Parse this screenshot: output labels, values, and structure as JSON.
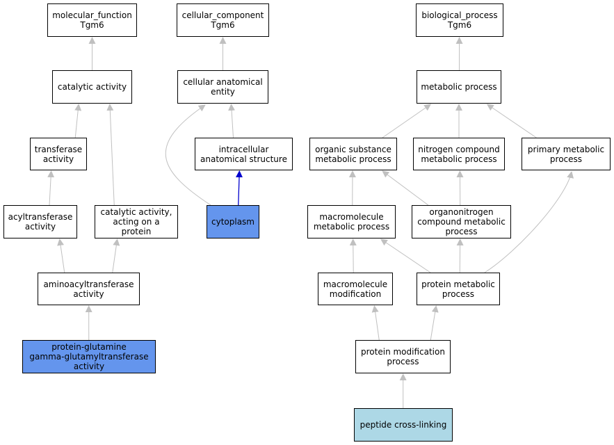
{
  "colors": {
    "node_fill": "#ffffff",
    "primary_fill": "#6495ed",
    "focus_fill": "#add8e6",
    "edge": "#c0c0c0",
    "highlight_edge": "#0000cd"
  },
  "nodes": {
    "mf_root": {
      "label": "molecular_function\nTgm6"
    },
    "catalytic": {
      "label": "catalytic activity"
    },
    "transferase": {
      "label": "transferase\nactivity"
    },
    "acyltransferase": {
      "label": "acyltransferase\nactivity"
    },
    "catalytic_protein": {
      "label": "catalytic activity,\nacting on a\nprotein"
    },
    "aminoacyl": {
      "label": "aminoacyltransferase\nactivity"
    },
    "glutamyl": {
      "label": "protein-glutamine\ngamma-glutamyltransferase\nactivity"
    },
    "cc_root": {
      "label": "cellular_component\nTgm6"
    },
    "cae": {
      "label": "cellular anatomical\nentity"
    },
    "ias": {
      "label": "intracellular\nanatomical structure"
    },
    "cytoplasm": {
      "label": "cytoplasm"
    },
    "bp_root": {
      "label": "biological_process\nTgm6"
    },
    "metabolic": {
      "label": "metabolic process"
    },
    "organic": {
      "label": "organic substance\nmetabolic process"
    },
    "nitrogen": {
      "label": "nitrogen compound\nmetabolic process"
    },
    "primary_met": {
      "label": "primary metabolic\nprocess"
    },
    "macro_met": {
      "label": "macromolecule\nmetabolic process"
    },
    "organonitrogen": {
      "label": "organonitrogen\ncompound metabolic\nprocess"
    },
    "macro_mod": {
      "label": "macromolecule\nmodification"
    },
    "protein_met": {
      "label": "protein metabolic\nprocess"
    },
    "protein_mod": {
      "label": "protein modification\nprocess"
    },
    "crosslink": {
      "label": "peptide cross-linking"
    }
  },
  "edges": [
    {
      "from": "catalytic",
      "to": "mf_root"
    },
    {
      "from": "transferase",
      "to": "catalytic"
    },
    {
      "from": "catalytic_protein",
      "to": "catalytic"
    },
    {
      "from": "acyltransferase",
      "to": "transferase"
    },
    {
      "from": "aminoacyl",
      "to": "acyltransferase"
    },
    {
      "from": "aminoacyl",
      "to": "catalytic_protein"
    },
    {
      "from": "glutamyl",
      "to": "aminoacyl"
    },
    {
      "from": "cae",
      "to": "cc_root"
    },
    {
      "from": "ias",
      "to": "cae"
    },
    {
      "from": "cytoplasm",
      "to": "cae"
    },
    {
      "from": "cytoplasm",
      "to": "ias",
      "highlight": true
    },
    {
      "from": "metabolic",
      "to": "bp_root"
    },
    {
      "from": "organic",
      "to": "metabolic"
    },
    {
      "from": "nitrogen",
      "to": "metabolic"
    },
    {
      "from": "primary_met",
      "to": "metabolic"
    },
    {
      "from": "macro_met",
      "to": "organic"
    },
    {
      "from": "organonitrogen",
      "to": "organic"
    },
    {
      "from": "organonitrogen",
      "to": "nitrogen"
    },
    {
      "from": "macro_mod",
      "to": "macro_met"
    },
    {
      "from": "protein_met",
      "to": "macro_met"
    },
    {
      "from": "protein_met",
      "to": "organonitrogen"
    },
    {
      "from": "protein_met",
      "to": "primary_met"
    },
    {
      "from": "protein_mod",
      "to": "macro_mod"
    },
    {
      "from": "protein_mod",
      "to": "protein_met"
    },
    {
      "from": "crosslink",
      "to": "protein_mod"
    }
  ]
}
